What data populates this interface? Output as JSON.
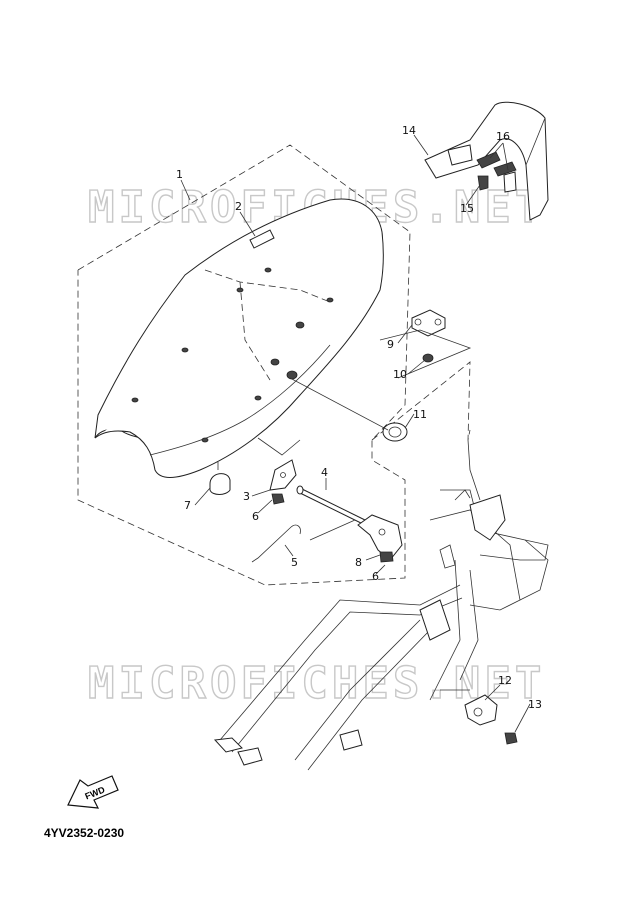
{
  "diagram_code": "4YV2352-0230",
  "watermark": "MICROFICHES.NET",
  "fwd_label": "FWD",
  "callouts": [
    "1",
    "2",
    "3",
    "4",
    "5",
    "6",
    "6",
    "7",
    "8",
    "9",
    "10",
    "11",
    "12",
    "13",
    "14",
    "15",
    "16"
  ]
}
